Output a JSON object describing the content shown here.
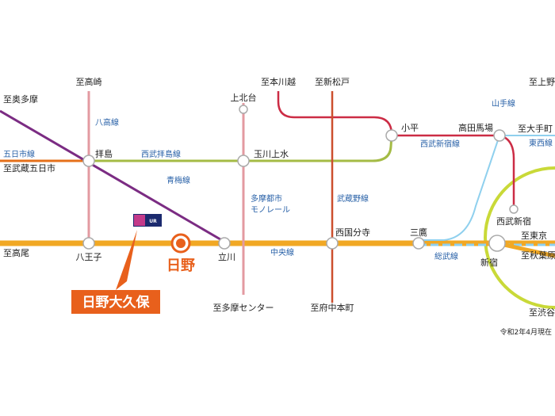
{
  "colors": {
    "chuo": "#f1a824",
    "ome": "#7b2c83",
    "hachiko": "#e39aa1",
    "haijima": "#a4bb45",
    "seibu_shinjuku": "#cc2c45",
    "musashino": "#cc4f2e",
    "tama_monorail": "#e39aa1",
    "yamanote": "#c9d938",
    "sobu": "#8fd0ee",
    "itsukaichi": "#e5701a",
    "hino_accent": "#e8601c",
    "line_label": "#2a62a8"
  },
  "stations": {
    "haijima": "拝島",
    "hachioji": "八王子",
    "tachikawa": "立川",
    "kamikitadai": "上北台",
    "tamagawajosui": "玉川上水",
    "kodaira": "小平",
    "takadanobaba": "高田馬場",
    "nishikokubunji": "西国分寺",
    "mitaka": "三鷹",
    "shinjuku": "新宿",
    "seibushinjuku": "西武新宿",
    "hino": "日野"
  },
  "terminals": {
    "okutama": "至奥多摩",
    "takasaki": "至高崎",
    "honkawagoe": "至本川越",
    "shinmatsudo": "至新松戸",
    "kamino": "至上野",
    "musashiitsukaichi": "至武蔵五日市",
    "takao": "至高尾",
    "tamacenter": "至多摩センター",
    "fuchuhonmachi": "至府中本町",
    "otemachi": "至大手町",
    "tokyo": "至東京",
    "akihabara": "至秋葉原",
    "shibuya": "至渋谷"
  },
  "lines": {
    "hachiko": "八高線",
    "itsukaichi": "五日市線",
    "seibu_haijima": "西武拝島線",
    "ome": "青梅線",
    "tama_monorail_1": "多摩都市",
    "tama_monorail_2": "モノレール",
    "musashino": "武蔵野線",
    "chuo": "中央線",
    "seibu_shinjuku": "西武新宿線",
    "yamanote": "山手線",
    "tozai": "東西線",
    "sobu": "総武線"
  },
  "callout": {
    "label": "日野大久保"
  },
  "logo": {
    "label": "UR"
  },
  "note": "令和2年4月現在"
}
